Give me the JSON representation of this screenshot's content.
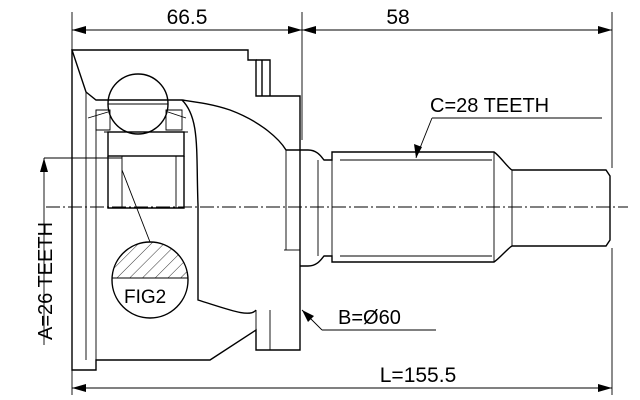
{
  "dimensions": {
    "housing_length": "66.5",
    "shaft_length": "58",
    "overall_length": "L=155.5"
  },
  "labels": {
    "c_teeth": "C=28 TEETH",
    "a_teeth": "A=26 TEETH",
    "b_diameter": "B=Ø60",
    "fig": "FIG2"
  }
}
